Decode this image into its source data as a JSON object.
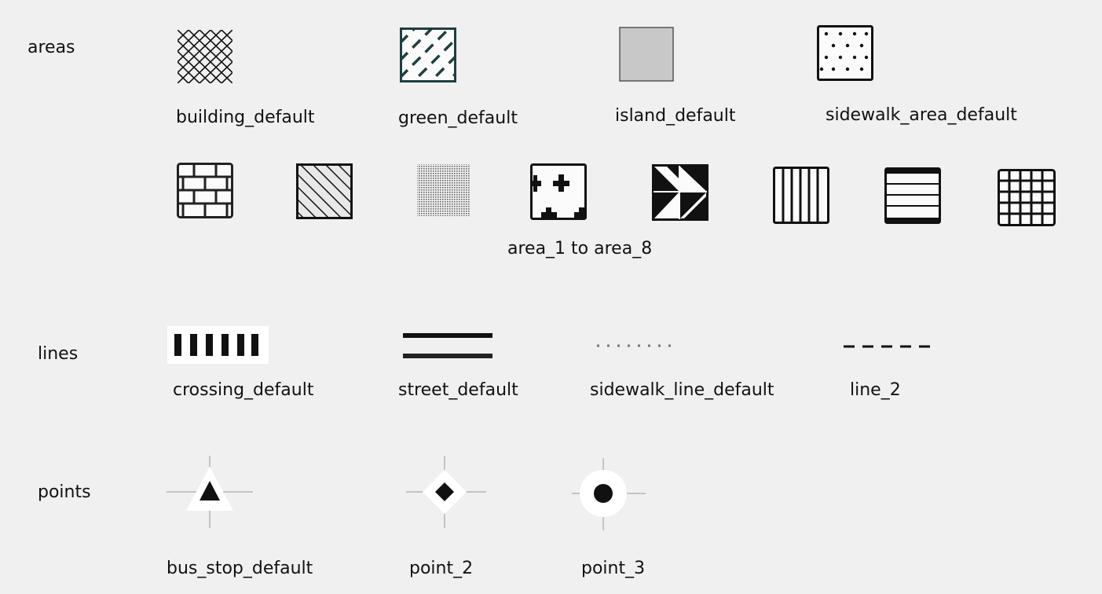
{
  "sections": {
    "areas": "areas",
    "lines": "lines",
    "points": "points"
  },
  "areas": [
    {
      "id": "building_default",
      "label": "building_default"
    },
    {
      "id": "green_default",
      "label": "green_default",
      "color": "#1f3f3f"
    },
    {
      "id": "island_default",
      "label": "island_default",
      "color": "#c8c8c8"
    },
    {
      "id": "sidewalk_area_default",
      "label": "sidewalk_area_default"
    }
  ],
  "area_range_label": "area_1 to area_8",
  "area_patterns": [
    "brick-icon",
    "diagonal-hatch-icon",
    "fine-dot-icon",
    "cross-pattern-icon",
    "triangle-pattern-icon",
    "vertical-stripes-icon",
    "horizontal-stripes-icon",
    "grid-icon"
  ],
  "lines": [
    {
      "id": "crossing_default",
      "label": "crossing_default"
    },
    {
      "id": "street_default",
      "label": "street_default"
    },
    {
      "id": "sidewalk_line_default",
      "label": "sidewalk_line_default",
      "color": "#777777"
    },
    {
      "id": "line_2",
      "label": "line_2"
    }
  ],
  "points": [
    {
      "id": "bus_stop_default",
      "label": "bus_stop_default"
    },
    {
      "id": "point_2",
      "label": "point_2"
    },
    {
      "id": "point_3",
      "label": "point_3"
    }
  ]
}
